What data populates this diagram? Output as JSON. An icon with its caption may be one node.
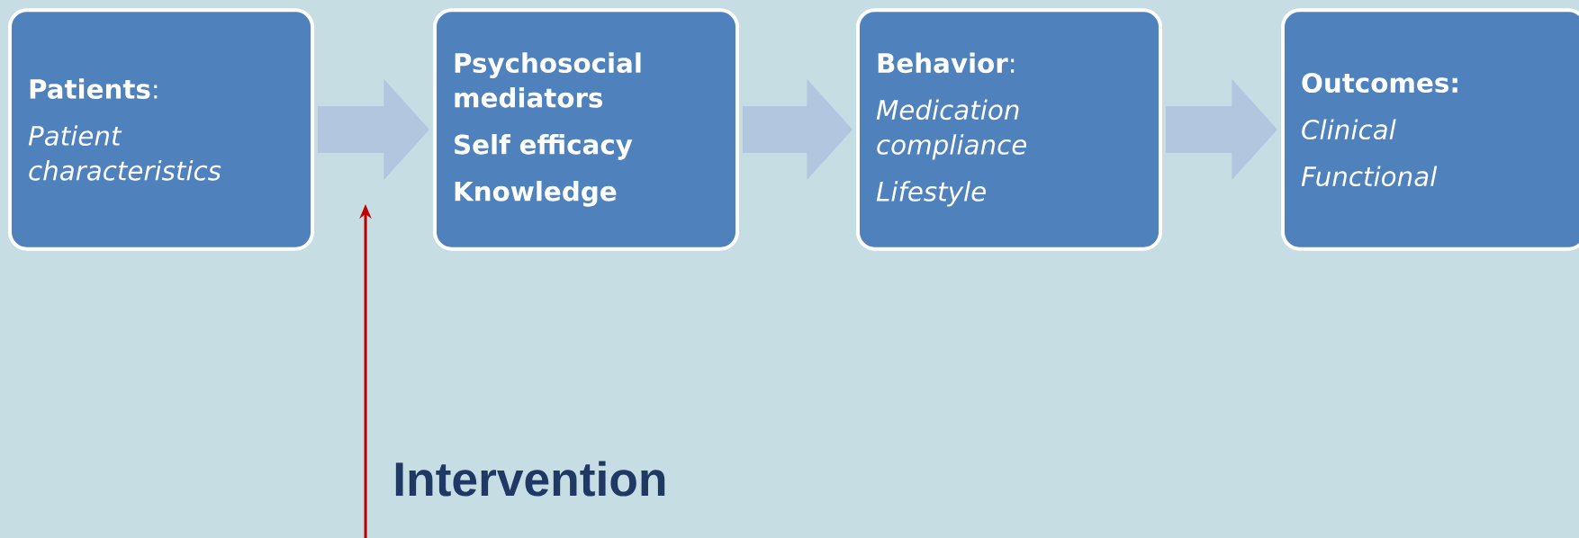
{
  "diagram": {
    "nodes": [
      {
        "text": [
          "**Patients**:",
          "Patient characteristics"
        ]
      },
      {
        "text": [
          "Psychosocial mediators",
          "Self efficacy",
          "Knowledge"
        ]
      },
      {
        "text": [
          "**Behavior**:",
          "Medication compliance",
          "Lifestyle"
        ]
      },
      {
        "text": [
          "Outcomes:",
          "Clinical",
          "Functional"
        ]
      },
      {
        "text": [
          "Intervention"
        ]
      }
    ],
    "edges": [
      {
        "from": 0,
        "to": 1,
        "arrow": "to"
      },
      {
        "from": 1,
        "to": 2,
        "arrow": "to"
      },
      {
        "from": 2,
        "to": 3,
        "arrow": "to"
      },
      {
        "from": 4,
        "to": null,
        "arrow": "to",
        "color": "#c00000"
      }
    ]
  }
}
